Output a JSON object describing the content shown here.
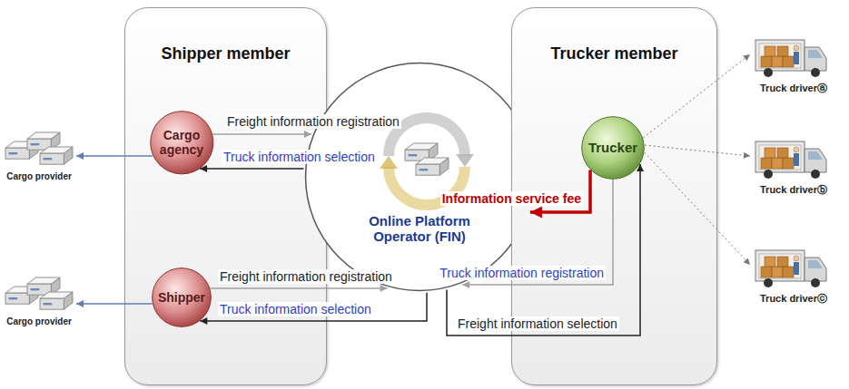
{
  "diagram": {
    "nodes": [
      {
        "text": [
          "Shipper member"
        ]
      },
      {
        "text": [
          "Cargo agency"
        ],
        "in": 0
      },
      {
        "text": [
          "Shipper"
        ],
        "in": 0
      },
      {
        "text": [
          "Online Platform Operator (FIN)"
        ]
      },
      {
        "text": [
          "Trucker member"
        ]
      },
      {
        "text": [
          "Trucker"
        ],
        "in": 4
      },
      {
        "text": [
          "Cargo provider"
        ]
      },
      {
        "text": [
          "Cargo provider"
        ]
      },
      {
        "text": [
          "Truck driverⓐ"
        ]
      },
      {
        "text": [
          "Truck driverⓑ"
        ]
      },
      {
        "text": [
          "Truck driverⓒ"
        ]
      }
    ],
    "edges": [
      {
        "from": 1,
        "to": 6,
        "arrow": "to"
      },
      {
        "from": 1,
        "to": 3,
        "label": "Freight information registration",
        "arrow": "to"
      },
      {
        "from": 3,
        "to": 1,
        "label": "Truck information selection",
        "arrow": "to"
      },
      {
        "from": 2,
        "to": 7,
        "arrow": "to"
      },
      {
        "from": 2,
        "to": 3,
        "label": "Freight information registration",
        "arrow": "to"
      },
      {
        "from": 3,
        "to": 2,
        "label": "Truck information selection",
        "arrow": "to"
      },
      {
        "from": 5,
        "to": 3,
        "label": "Information service fee",
        "arrow": "to"
      },
      {
        "from": 5,
        "to": 3,
        "label": "Truck information registration",
        "arrow": "to"
      },
      {
        "from": 3,
        "to": 5,
        "label": "Freight information selection",
        "arrow": "to"
      },
      {
        "from": 5,
        "to": 8,
        "arrow": "to"
      },
      {
        "from": 5,
        "to": 9,
        "arrow": "to"
      },
      {
        "from": 5,
        "to": 10,
        "arrow": "to"
      }
    ]
  }
}
